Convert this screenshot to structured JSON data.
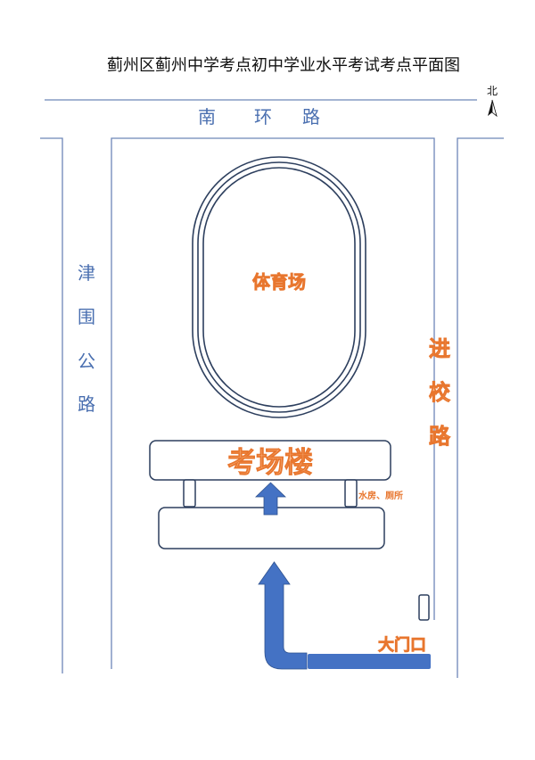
{
  "title": "蓟州区蓟州中学考点初中学业水平考试考点平面图",
  "north_label": "北",
  "roads": {
    "south": [
      "南",
      "环",
      "路"
    ],
    "west": [
      "津",
      "围",
      "公",
      "路"
    ],
    "east": [
      "进",
      "校",
      "路"
    ]
  },
  "places": {
    "stadium": "体育场",
    "exam_building": "考场楼",
    "facilities": "水房、厕所",
    "main_gate": "大门口"
  },
  "colors": {
    "road_text": "#4a6fb0",
    "label_orange": "#e8762e",
    "arrow_blue": "#4472c4"
  }
}
